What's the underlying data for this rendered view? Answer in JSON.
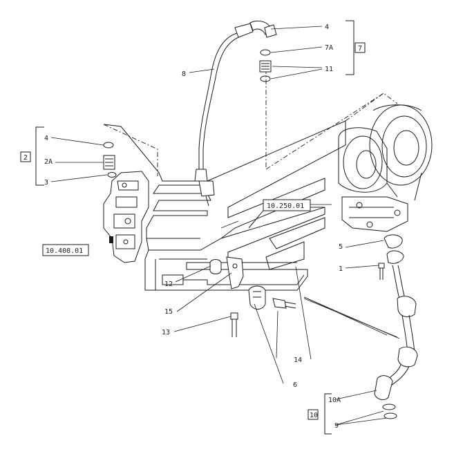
{
  "callouts": {
    "c4_top": "4",
    "c7a": "7A",
    "c11": "11",
    "c8": "8",
    "c4_left": "4",
    "c2a": "2A",
    "c3": "3",
    "c5": "5",
    "c1": "1",
    "c12": "12",
    "c15": "15",
    "c13": "13",
    "c14": "14",
    "c6": "6",
    "c10a": "10A",
    "c9": "9"
  },
  "group_labels": {
    "g7": "7",
    "g2": "2",
    "g10": "10"
  },
  "references": {
    "ref_10250": "10.250.01",
    "ref_10408": "10.408.01"
  }
}
